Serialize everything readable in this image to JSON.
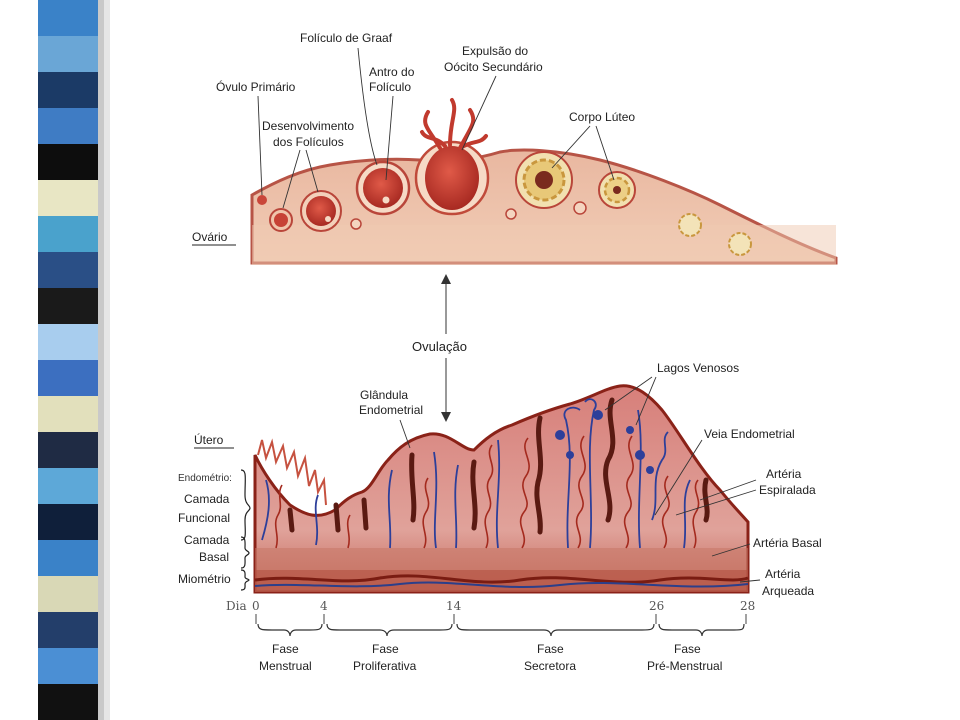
{
  "colors": {
    "strip": [
      "#3a82c8",
      "#6aa6d6",
      "#1b3a66",
      "#3f7cc4",
      "#0d0d0d",
      "#e8e6c4",
      "#4aa2cc",
      "#2a4f86",
      "#1a1a1a",
      "#a8cdee",
      "#3c6fc0",
      "#e2e0bc",
      "#1f2b44",
      "#5da8d8",
      "#0f1f3a",
      "#3a82c8",
      "#d9d8b6",
      "#233e6a",
      "#4b8fd4",
      "#111111"
    ],
    "tissue": "#e6b9a2",
    "tissue_dark": "#b54a3a",
    "follicle": "#c13a2e"
  },
  "ovary": {
    "title": "Ovário",
    "labels": {
      "ovulo_primario": "Óvulo Primário",
      "desenvolvimento_1": "Desenvolvimento",
      "desenvolvimento_2": "dos Folículos",
      "foliculo_graaf": "Folículo de Graaf",
      "antro_1": "Antro do",
      "antro_2": "Folículo",
      "expulsao_1": "Expulsão do",
      "expulsao_2": "Oócito Secundário",
      "corpo_luteo": "Corpo Lúteo"
    }
  },
  "center": {
    "ovulacao": "Ovulação"
  },
  "uterus": {
    "title": "Útero",
    "labels": {
      "glandula_1": "Glândula",
      "glandula_2": "Endometrial",
      "lagos": "Lagos Venosos",
      "veia": "Veia Endometrial",
      "arteria_esp_1": "Artéria",
      "arteria_esp_2": "Espiralada",
      "arteria_basal": "Artéria Basal",
      "arteria_arq_1": "Artéria",
      "arteria_arq_2": "Arqueada"
    },
    "layers": {
      "endometrio": "Endométrio:",
      "camada_funcional_1": "Camada",
      "camada_funcional_2": "Funcional",
      "camada_basal_1": "Camada",
      "camada_basal_2": "Basal",
      "miometrio": "Miométrio"
    }
  },
  "timeline": {
    "dia_label": "Dia",
    "days": [
      "0",
      "4",
      "14",
      "26",
      "28"
    ],
    "phases": [
      {
        "line1": "Fase",
        "line2": "Menstrual"
      },
      {
        "line1": "Fase",
        "line2": "Proliferativa"
      },
      {
        "line1": "Fase",
        "line2": "Secretora"
      },
      {
        "line1": "Fase",
        "line2": "Pré-Menstrual"
      }
    ]
  }
}
